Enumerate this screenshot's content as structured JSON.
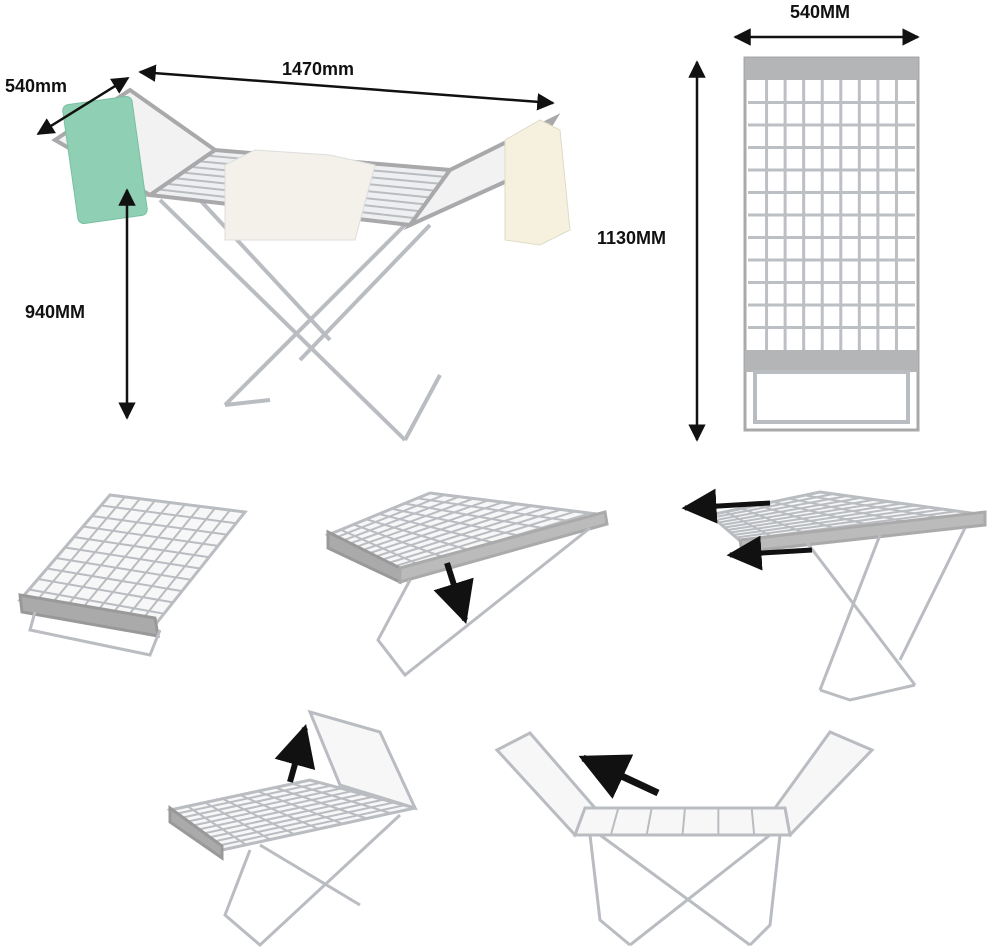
{
  "dimensions": {
    "depth_open": "540mm",
    "length_open": "1470mm",
    "height_open": "940MM",
    "width_folded": "540MM",
    "length_folded": "1130MM"
  },
  "colors": {
    "frame": "#b9bcc0",
    "frame_dark": "#8e9196",
    "end_cap": "#a9a9ab",
    "arrow": "#111111",
    "towel": "#8fcfb3",
    "cloth": "#f4f1ea"
  },
  "steps": [
    "folded",
    "unfold-legs",
    "extend-wings",
    "raise-wing",
    "open-wings"
  ]
}
